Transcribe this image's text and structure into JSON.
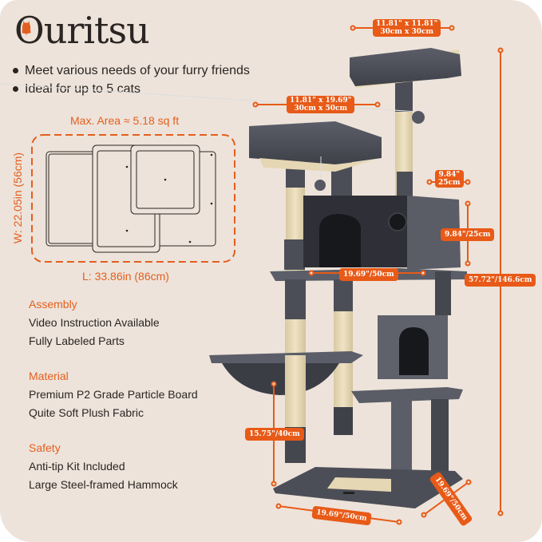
{
  "brand": {
    "name": "uritsu",
    "first_letter": "O",
    "full": "Ouritsu",
    "accent_color": "#e35f1f"
  },
  "bullets": [
    "Meet various needs of your furry friends",
    "Ideal for up to 5 cats"
  ],
  "area_diagram": {
    "title": "Max. Area ≈ 5.18 sq ft",
    "width_label": "W: 22.05in (56cm)",
    "length_label": "L: 33.86in (86cm)"
  },
  "sections": [
    {
      "heading": "Assembly",
      "lines": [
        "Video Instruction Available",
        "Fully Labeled Parts"
      ]
    },
    {
      "heading": "Material",
      "lines": [
        "Premium P2 Grade Particle Board",
        "Quite Soft Plush Fabric"
      ]
    },
    {
      "heading": "Safety",
      "lines": [
        "Anti-tip Kit Included",
        "Large Steel-framed Hammock"
      ]
    }
  ],
  "dimensions": {
    "top_perch_l1": "11.81\" x 11.81\"",
    "top_perch_l2": "30cm x 30cm",
    "upper_perch_l1": "11.81\" x 19.69\"",
    "upper_perch_l2": "30cm x 50cm",
    "condo_depth_l1": "9.84\"",
    "condo_depth_l2": "25cm",
    "condo_height": "9.84\"/25cm",
    "condo_width": "19.69\"/50cm",
    "total_height": "57.72\"/146.6cm",
    "hammock_height": "15.75\"/40cm",
    "base_width": "19.69\"/50cm",
    "base_depth": "19.69\"/50cm"
  },
  "colors": {
    "background": "#ede3da",
    "accent": "#e85a17",
    "plush": "#4a4c55",
    "sisal": "#e6d7b4",
    "text": "#2a2523"
  }
}
